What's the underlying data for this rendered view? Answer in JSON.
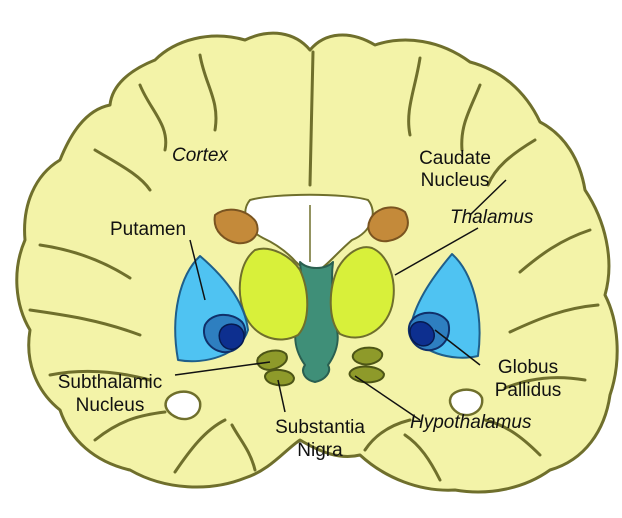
{
  "labels": {
    "cortex": "Cortex",
    "caudate_line1": "Caudate",
    "caudate_line2": "Nucleus",
    "thalamus": "Thalamus",
    "putamen": "Putamen",
    "globus_line1": "Globus",
    "globus_line2": "Pallidus",
    "subthalamic_line1": "Subthalamic",
    "subthalamic_line2": "Nucleus",
    "substantia_line1": "Substantia",
    "substantia_line2": "Nigra",
    "hypothalamus": "Hypothalamus"
  },
  "colors": {
    "cortex_fill": "#f3f3a8",
    "outline": "#6f6f2c",
    "white_matter": "#ffffff",
    "caudate": "#c48a3a",
    "thalamus": "#d8f03a",
    "ventricle": "#3f8f78",
    "putamen": "#4fc3f2",
    "globus_outer": "#2e7fc0",
    "globus_inner": "#0d2f8f",
    "subthalamic": "#8e9a2a",
    "label_text": "#111111"
  }
}
